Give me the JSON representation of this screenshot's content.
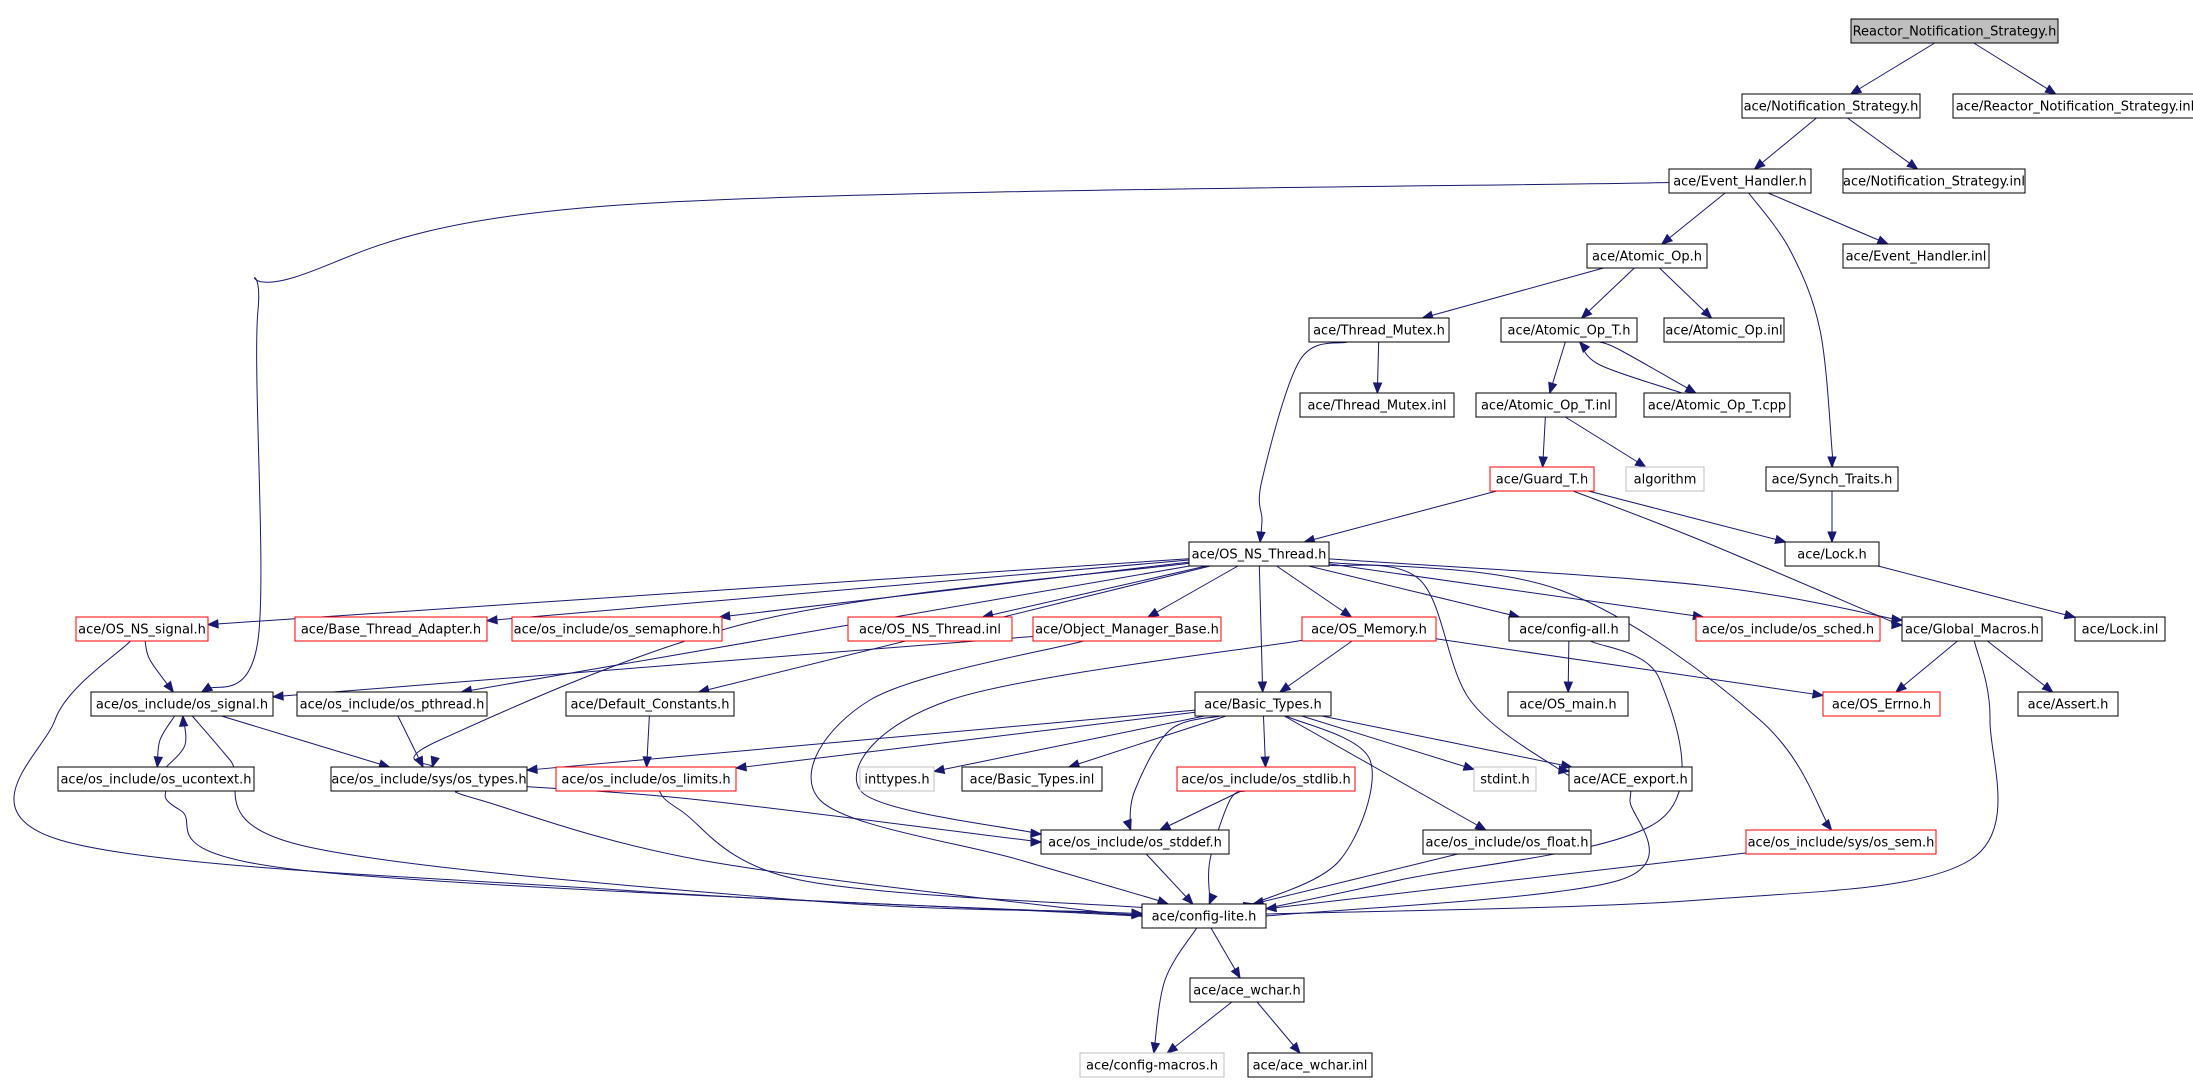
{
  "colors": {
    "edge": "#191970",
    "box_normal": "#000000",
    "box_truncated": "#ff0000",
    "box_external": "#bfbfbf",
    "root_fill": "#bfbfbf"
  },
  "nodes": [
    {
      "id": "n_root",
      "label": "Reactor_Notification_Strategy.h",
      "style": "root"
    },
    {
      "id": "n_notif",
      "label": "ace/Notification_Strategy.h",
      "style": "normal"
    },
    {
      "id": "n_rns_inl",
      "label": "ace/Reactor_Notification_Strategy.inl",
      "style": "normal"
    },
    {
      "id": "n_evh",
      "label": "ace/Event_Handler.h",
      "style": "normal"
    },
    {
      "id": "n_notif_inl",
      "label": "ace/Notification_Strategy.inl",
      "style": "normal"
    },
    {
      "id": "n_atomic",
      "label": "ace/Atomic_Op.h",
      "style": "normal"
    },
    {
      "id": "n_evh_inl",
      "label": "ace/Event_Handler.inl",
      "style": "normal"
    },
    {
      "id": "n_tmutex",
      "label": "ace/Thread_Mutex.h",
      "style": "normal"
    },
    {
      "id": "n_atomic_t",
      "label": "ace/Atomic_Op_T.h",
      "style": "normal"
    },
    {
      "id": "n_atomic_inl",
      "label": "ace/Atomic_Op.inl",
      "style": "normal"
    },
    {
      "id": "n_tmutex_inl",
      "label": "ace/Thread_Mutex.inl",
      "style": "normal"
    },
    {
      "id": "n_atomic_t_inl",
      "label": "ace/Atomic_Op_T.inl",
      "style": "normal"
    },
    {
      "id": "n_atomic_t_cpp",
      "label": "ace/Atomic_Op_T.cpp",
      "style": "normal"
    },
    {
      "id": "n_guard",
      "label": "ace/Guard_T.h",
      "style": "truncated"
    },
    {
      "id": "n_algorithm",
      "label": "algorithm",
      "style": "external"
    },
    {
      "id": "n_synch",
      "label": "ace/Synch_Traits.h",
      "style": "normal"
    },
    {
      "id": "n_osnsthread",
      "label": "ace/OS_NS_Thread.h",
      "style": "normal"
    },
    {
      "id": "n_lock",
      "label": "ace/Lock.h",
      "style": "normal"
    },
    {
      "id": "n_osnssignal",
      "label": "ace/OS_NS_signal.h",
      "style": "truncated"
    },
    {
      "id": "n_basethread",
      "label": "ace/Base_Thread_Adapter.h",
      "style": "truncated"
    },
    {
      "id": "n_os_sem",
      "label": "ace/os_include/os_semaphore.h",
      "style": "truncated"
    },
    {
      "id": "n_osnsthread_inl",
      "label": "ace/OS_NS_Thread.inl",
      "style": "truncated"
    },
    {
      "id": "n_objmgr",
      "label": "ace/Object_Manager_Base.h",
      "style": "truncated"
    },
    {
      "id": "n_osmem",
      "label": "ace/OS_Memory.h",
      "style": "truncated"
    },
    {
      "id": "n_configall",
      "label": "ace/config-all.h",
      "style": "normal"
    },
    {
      "id": "n_os_sched",
      "label": "ace/os_include/os_sched.h",
      "style": "truncated"
    },
    {
      "id": "n_globalmacros",
      "label": "ace/Global_Macros.h",
      "style": "normal"
    },
    {
      "id": "n_lock_inl",
      "label": "ace/Lock.inl",
      "style": "normal"
    },
    {
      "id": "n_os_signal",
      "label": "ace/os_include/os_signal.h",
      "style": "normal"
    },
    {
      "id": "n_os_pthread",
      "label": "ace/os_include/os_pthread.h",
      "style": "normal"
    },
    {
      "id": "n_defconst",
      "label": "ace/Default_Constants.h",
      "style": "normal"
    },
    {
      "id": "n_basictypes",
      "label": "ace/Basic_Types.h",
      "style": "normal"
    },
    {
      "id": "n_osmain",
      "label": "ace/OS_main.h",
      "style": "normal"
    },
    {
      "id": "n_oserrno",
      "label": "ace/OS_Errno.h",
      "style": "truncated"
    },
    {
      "id": "n_assert",
      "label": "ace/Assert.h",
      "style": "normal"
    },
    {
      "id": "n_os_ucontext",
      "label": "ace/os_include/os_ucontext.h",
      "style": "normal"
    },
    {
      "id": "n_sys_types",
      "label": "ace/os_include/sys/os_types.h",
      "style": "normal"
    },
    {
      "id": "n_os_limits",
      "label": "ace/os_include/os_limits.h",
      "style": "truncated"
    },
    {
      "id": "n_inttypes",
      "label": "inttypes.h",
      "style": "external"
    },
    {
      "id": "n_basictypes_inl",
      "label": "ace/Basic_Types.inl",
      "style": "normal"
    },
    {
      "id": "n_os_stdlib",
      "label": "ace/os_include/os_stdlib.h",
      "style": "truncated"
    },
    {
      "id": "n_stdint",
      "label": "stdint.h",
      "style": "external"
    },
    {
      "id": "n_ace_export",
      "label": "ace/ACE_export.h",
      "style": "normal"
    },
    {
      "id": "n_os_stddef",
      "label": "ace/os_include/os_stddef.h",
      "style": "normal"
    },
    {
      "id": "n_os_float",
      "label": "ace/os_include/os_float.h",
      "style": "normal"
    },
    {
      "id": "n_sys_os_sem",
      "label": "ace/os_include/sys/os_sem.h",
      "style": "truncated"
    },
    {
      "id": "n_configlite",
      "label": "ace/config-lite.h",
      "style": "normal"
    },
    {
      "id": "n_ace_wchar",
      "label": "ace/ace_wchar.h",
      "style": "normal"
    },
    {
      "id": "n_configmacros",
      "label": "ace/config-macros.h",
      "style": "external"
    },
    {
      "id": "n_ace_wchar_inl",
      "label": "ace/ace_wchar.inl",
      "style": "normal"
    }
  ],
  "edges": [
    [
      "n_root",
      "n_notif"
    ],
    [
      "n_root",
      "n_rns_inl"
    ],
    [
      "n_notif",
      "n_evh"
    ],
    [
      "n_notif",
      "n_notif_inl"
    ],
    [
      "n_evh",
      "n_atomic"
    ],
    [
      "n_evh",
      "n_evh_inl"
    ],
    [
      "n_evh",
      "n_synch"
    ],
    [
      "n_evh",
      "n_os_signal"
    ],
    [
      "n_atomic",
      "n_tmutex"
    ],
    [
      "n_atomic",
      "n_atomic_t"
    ],
    [
      "n_atomic",
      "n_atomic_inl"
    ],
    [
      "n_tmutex",
      "n_tmutex_inl"
    ],
    [
      "n_tmutex",
      "n_osnsthread"
    ],
    [
      "n_atomic_t",
      "n_atomic_t_inl"
    ],
    [
      "n_atomic_t",
      "n_atomic_t_cpp"
    ],
    [
      "n_atomic_t_cpp",
      "n_atomic_t"
    ],
    [
      "n_atomic_t_inl",
      "n_guard"
    ],
    [
      "n_atomic_t_inl",
      "n_algorithm"
    ],
    [
      "n_guard",
      "n_osnsthread"
    ],
    [
      "n_guard",
      "n_lock"
    ],
    [
      "n_guard",
      "n_globalmacros"
    ],
    [
      "n_synch",
      "n_lock"
    ],
    [
      "n_lock",
      "n_lock_inl"
    ],
    [
      "n_osnsthread",
      "n_osnssignal"
    ],
    [
      "n_osnsthread",
      "n_basethread"
    ],
    [
      "n_osnsthread",
      "n_os_sem"
    ],
    [
      "n_osnsthread",
      "n_osnsthread_inl"
    ],
    [
      "n_osnsthread",
      "n_objmgr"
    ],
    [
      "n_osnsthread",
      "n_osmem"
    ],
    [
      "n_osnsthread",
      "n_configall"
    ],
    [
      "n_osnsthread",
      "n_os_sched"
    ],
    [
      "n_osnsthread",
      "n_globalmacros"
    ],
    [
      "n_osnsthread",
      "n_basictypes"
    ],
    [
      "n_osnsthread",
      "n_defconst"
    ],
    [
      "n_osnsthread",
      "n_os_pthread"
    ],
    [
      "n_osnsthread",
      "n_sys_types"
    ],
    [
      "n_osnsthread",
      "n_ace_export"
    ],
    [
      "n_osnsthread",
      "n_sys_os_sem"
    ],
    [
      "n_osnssignal",
      "n_os_signal"
    ],
    [
      "n_osnssignal",
      "n_configlite"
    ],
    [
      "n_objmgr",
      "n_os_signal"
    ],
    [
      "n_objmgr",
      "n_configlite"
    ],
    [
      "n_osmem",
      "n_basictypes"
    ],
    [
      "n_osmem",
      "n_oserrno"
    ],
    [
      "n_osmem",
      "n_os_stddef"
    ],
    [
      "n_configall",
      "n_osmain"
    ],
    [
      "n_configall",
      "n_configlite"
    ],
    [
      "n_globalmacros",
      "n_oserrno"
    ],
    [
      "n_globalmacros",
      "n_assert"
    ],
    [
      "n_globalmacros",
      "n_configlite"
    ],
    [
      "n_os_signal",
      "n_os_ucontext"
    ],
    [
      "n_os_ucontext",
      "n_os_signal"
    ],
    [
      "n_os_signal",
      "n_sys_types"
    ],
    [
      "n_os_signal",
      "n_configlite"
    ],
    [
      "n_os_pthread",
      "n_sys_types"
    ],
    [
      "n_defconst",
      "n_os_limits"
    ],
    [
      "n_basictypes",
      "n_sys_types"
    ],
    [
      "n_basictypes",
      "n_os_limits"
    ],
    [
      "n_basictypes",
      "n_inttypes"
    ],
    [
      "n_basictypes",
      "n_basictypes_inl"
    ],
    [
      "n_basictypes",
      "n_os_stdlib"
    ],
    [
      "n_basictypes",
      "n_stdint"
    ],
    [
      "n_basictypes",
      "n_ace_export"
    ],
    [
      "n_basictypes",
      "n_os_stddef"
    ],
    [
      "n_basictypes",
      "n_os_float"
    ],
    [
      "n_basictypes",
      "n_configlite"
    ],
    [
      "n_os_ucontext",
      "n_configlite"
    ],
    [
      "n_sys_types",
      "n_os_stddef"
    ],
    [
      "n_sys_types",
      "n_configlite"
    ],
    [
      "n_os_limits",
      "n_configlite"
    ],
    [
      "n_os_stdlib",
      "n_os_stddef"
    ],
    [
      "n_os_stdlib",
      "n_configlite"
    ],
    [
      "n_ace_export",
      "n_configlite"
    ],
    [
      "n_os_stddef",
      "n_configlite"
    ],
    [
      "n_os_float",
      "n_configlite"
    ],
    [
      "n_sys_os_sem",
      "n_configlite"
    ],
    [
      "n_configlite",
      "n_ace_wchar"
    ],
    [
      "n_configlite",
      "n_configmacros"
    ],
    [
      "n_ace_wchar",
      "n_configmacros"
    ],
    [
      "n_ace_wchar",
      "n_ace_wchar_inl"
    ]
  ]
}
